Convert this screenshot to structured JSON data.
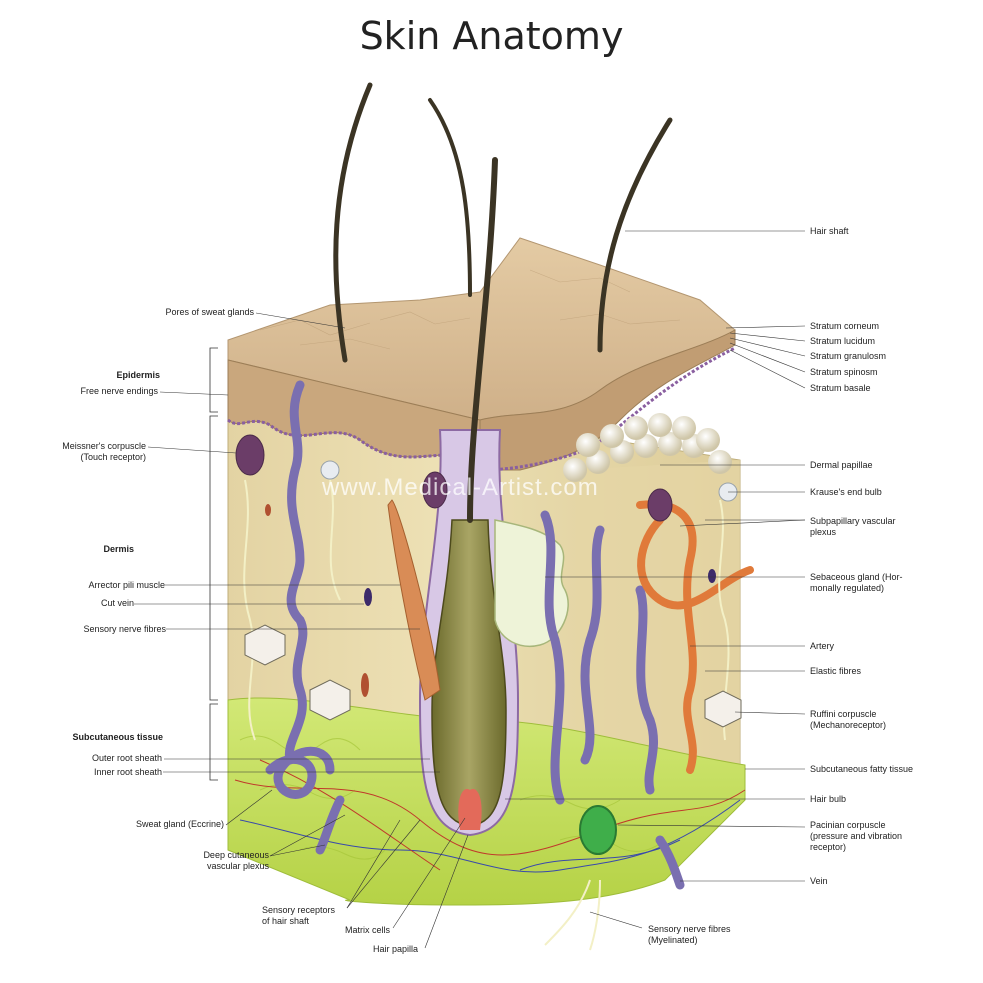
{
  "title": "Skin Anatomy",
  "watermark": "www.Medical-Artist.com",
  "labels_left": {
    "pores": "Pores of sweat glands",
    "epidermis": "Epidermis",
    "free_nerve": "Free nerve endings",
    "meissner_1": "Meissner's corpuscle",
    "meissner_2": "(Touch receptor)",
    "dermis": "Dermis",
    "arrector": "Arrector pili muscle",
    "cut_vein": "Cut vein",
    "sensory_fibres": "Sensory nerve fibres",
    "subcutaneous": "Subcutaneous tissue",
    "outer_root": "Outer root sheath",
    "inner_root": "Inner root sheath",
    "sweat_gland": "Sweat gland (Eccrine)",
    "deep_1": "Deep cutaneous",
    "deep_2": "vascular plexus"
  },
  "labels_bottom": {
    "receptors_1": "Sensory receptors",
    "receptors_2": "of hair shaft",
    "matrix": "Matrix cells",
    "papilla": "Hair papilla",
    "myelinated_1": "Sensory nerve fibres",
    "myelinated_2": "(Myelinated)"
  },
  "labels_right": {
    "hair_shaft": "Hair shaft",
    "corneum": "Stratum corneum",
    "lucidum": "Stratum lucidum",
    "granulosm": "Stratum granulosm",
    "spinosm": "Stratum spinosm",
    "basale": "Stratum basale",
    "dermal_papillae": "Dermal papillae",
    "krause": "Krause's end bulb",
    "subpapillary_1": "Subpapillary vascular",
    "subpapillary_2": "plexus",
    "sebaceous_1": "Sebaceous gland (Hor-",
    "sebaceous_2": "monally regulated)",
    "artery": "Artery",
    "elastic": "Elastic fibres",
    "ruffini_1": "Ruffini corpuscle",
    "ruffini_2": "(Mechanoreceptor)",
    "fatty": "Subcutaneous fatty tissue",
    "hair_bulb": "Hair bulb",
    "pacinian_1": "Pacinian corpuscle",
    "pacinian_2": "(pressure and vibration",
    "pacinian_3": "receptor)",
    "vein": "Vein"
  },
  "colors": {
    "surface": "#dcc19a",
    "dermis": "#ecdfb2",
    "fat": "#c6e05a",
    "vein": "#7a6fb0",
    "artery": "#e07a3a",
    "hair": "#3b3424",
    "follicle": "#8c8a3a"
  }
}
